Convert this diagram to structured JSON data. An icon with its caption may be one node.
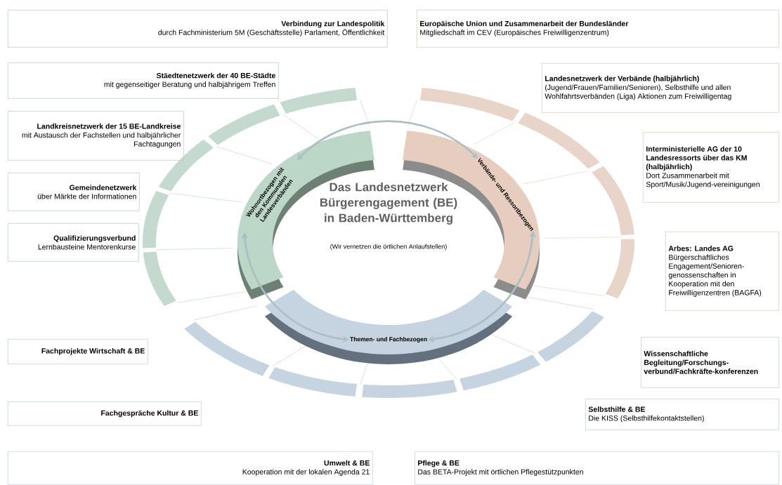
{
  "diagram": {
    "title": "Das Landesnetzwerk Bürgerengagement (BE) in Baden-Württemberg",
    "nodes": [
      {
        "text": [
          "Verbindung zur Landespolitik",
          "durch Fachministerium 5M (Geschäftsstelle) Parlament, Öffentlichkeit"
        ]
      },
      {
        "text": [
          "Europäische Union und Zusammenarbeit der Bundesländer",
          "Mitgliedschaft im CEV (Europäisches Freiwilligenzentrum)"
        ]
      },
      {
        "text": [
          "Stäedtenetzwerk der 40 BE-Städte",
          "mit gegenseitiger Beratung und halbjährigem Treffen"
        ]
      },
      {
        "text": [
          "Landesnetzwerk der Verbände (halbjährlich)",
          "(Jugend/Frauen/Familien/Senioren), Selbsthilfe und allen Wohlfahrtsverbänden (Liga) Aktionen zum Freiwilligentag"
        ]
      },
      {
        "text": [
          "Landkreisnetzwerk der 15 BE-Landkreise",
          "mit Austausch der Fachstellen und halbjährlicher Fachtagungen"
        ]
      },
      {
        "text": [
          "Interministerielle AG der 10 Landesressorts über das KM (halbjährlich)",
          "Dort Zusammenarbeit mit Sport/Musik/Jugend-vereinigungen"
        ]
      },
      {
        "text": [
          "Gemeindenetzwerk",
          "über Märkte der Informationen"
        ]
      },
      {
        "text": [
          "Qualifizierungsverbund",
          "Lernbausteine Mentorenkurse"
        ]
      },
      {
        "text": [
          "Arbes: Landes AG",
          "Bürgerschaftliches Engagement/Senioren-genossenschaften in Kooperation mit den Freiwilligenzentren (BAGFA)"
        ]
      },
      {
        "text": [
          "Fachprojekte Wirtschaft & BE"
        ]
      },
      {
        "text": [
          "Wissenschaftliche Begleitung/Forschungs-verbund/Fachkräfte-konferenzen"
        ]
      },
      {
        "text": [
          "Fachgespräche Kultur & BE"
        ]
      },
      {
        "text": [
          "Selbsthilfe & BE",
          "Die KISS (Selbsthilfekontaktstellen)"
        ]
      },
      {
        "text": [
          "Umwelt & BE",
          "Kooperation mit der lokalen Agenda 21"
        ]
      },
      {
        "text": [
          "Pflege & BE",
          "Das BETA-Projekt mit örtlichen Pflegestützpunkten"
        ]
      },
      {
        "text": [
          "Wohnortbezogen mit den Kommunalen Landesverbänden"
        ]
      },
      {
        "text": [
          "Verbände- und Ressortbezogen"
        ]
      },
      {
        "text": [
          "Themen- und Fachbezogen"
        ]
      }
    ],
    "edges": [
      {
        "from": 15,
        "to": 16,
        "arrow": "both"
      },
      {
        "from": 15,
        "to": 17,
        "arrow": "both"
      },
      {
        "from": 16,
        "to": 17,
        "arrow": "both"
      }
    ],
    "labels": [
      "(Wir vernetzen die örtlichen Anlaufstellen)"
    ]
  }
}
